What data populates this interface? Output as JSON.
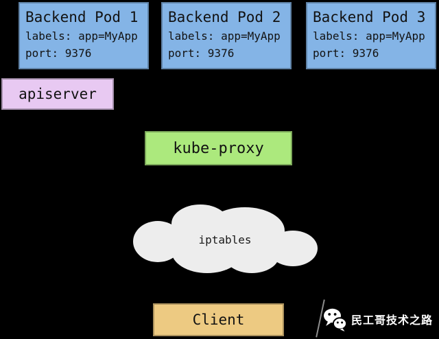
{
  "colors": {
    "background": "#000000",
    "pod_fill": "#84b4e6",
    "apiserver_fill": "#e8c9f2",
    "kube_proxy_fill": "#ace97d",
    "cloud_fill": "#ededed",
    "client_fill": "#edca82",
    "box_text": "#121212",
    "watermark_text": "#ffffff"
  },
  "pods": [
    {
      "title": "Backend Pod 1",
      "labels_line": "labels: app=MyApp",
      "port_line": "port: 9376"
    },
    {
      "title": "Backend Pod 2",
      "labels_line": "labels: app=MyApp",
      "port_line": "port: 9376"
    },
    {
      "title": "Backend Pod 3",
      "labels_line": "labels: app=MyApp",
      "port_line": "port: 9376"
    }
  ],
  "apiserver": {
    "label": "apiserver"
  },
  "kube_proxy": {
    "label": "kube-proxy"
  },
  "iptables_cloud": {
    "label": "iptables"
  },
  "client": {
    "label": "Client"
  },
  "watermark": {
    "text": "民工哥技术之路",
    "icon": "wechat-icon"
  }
}
